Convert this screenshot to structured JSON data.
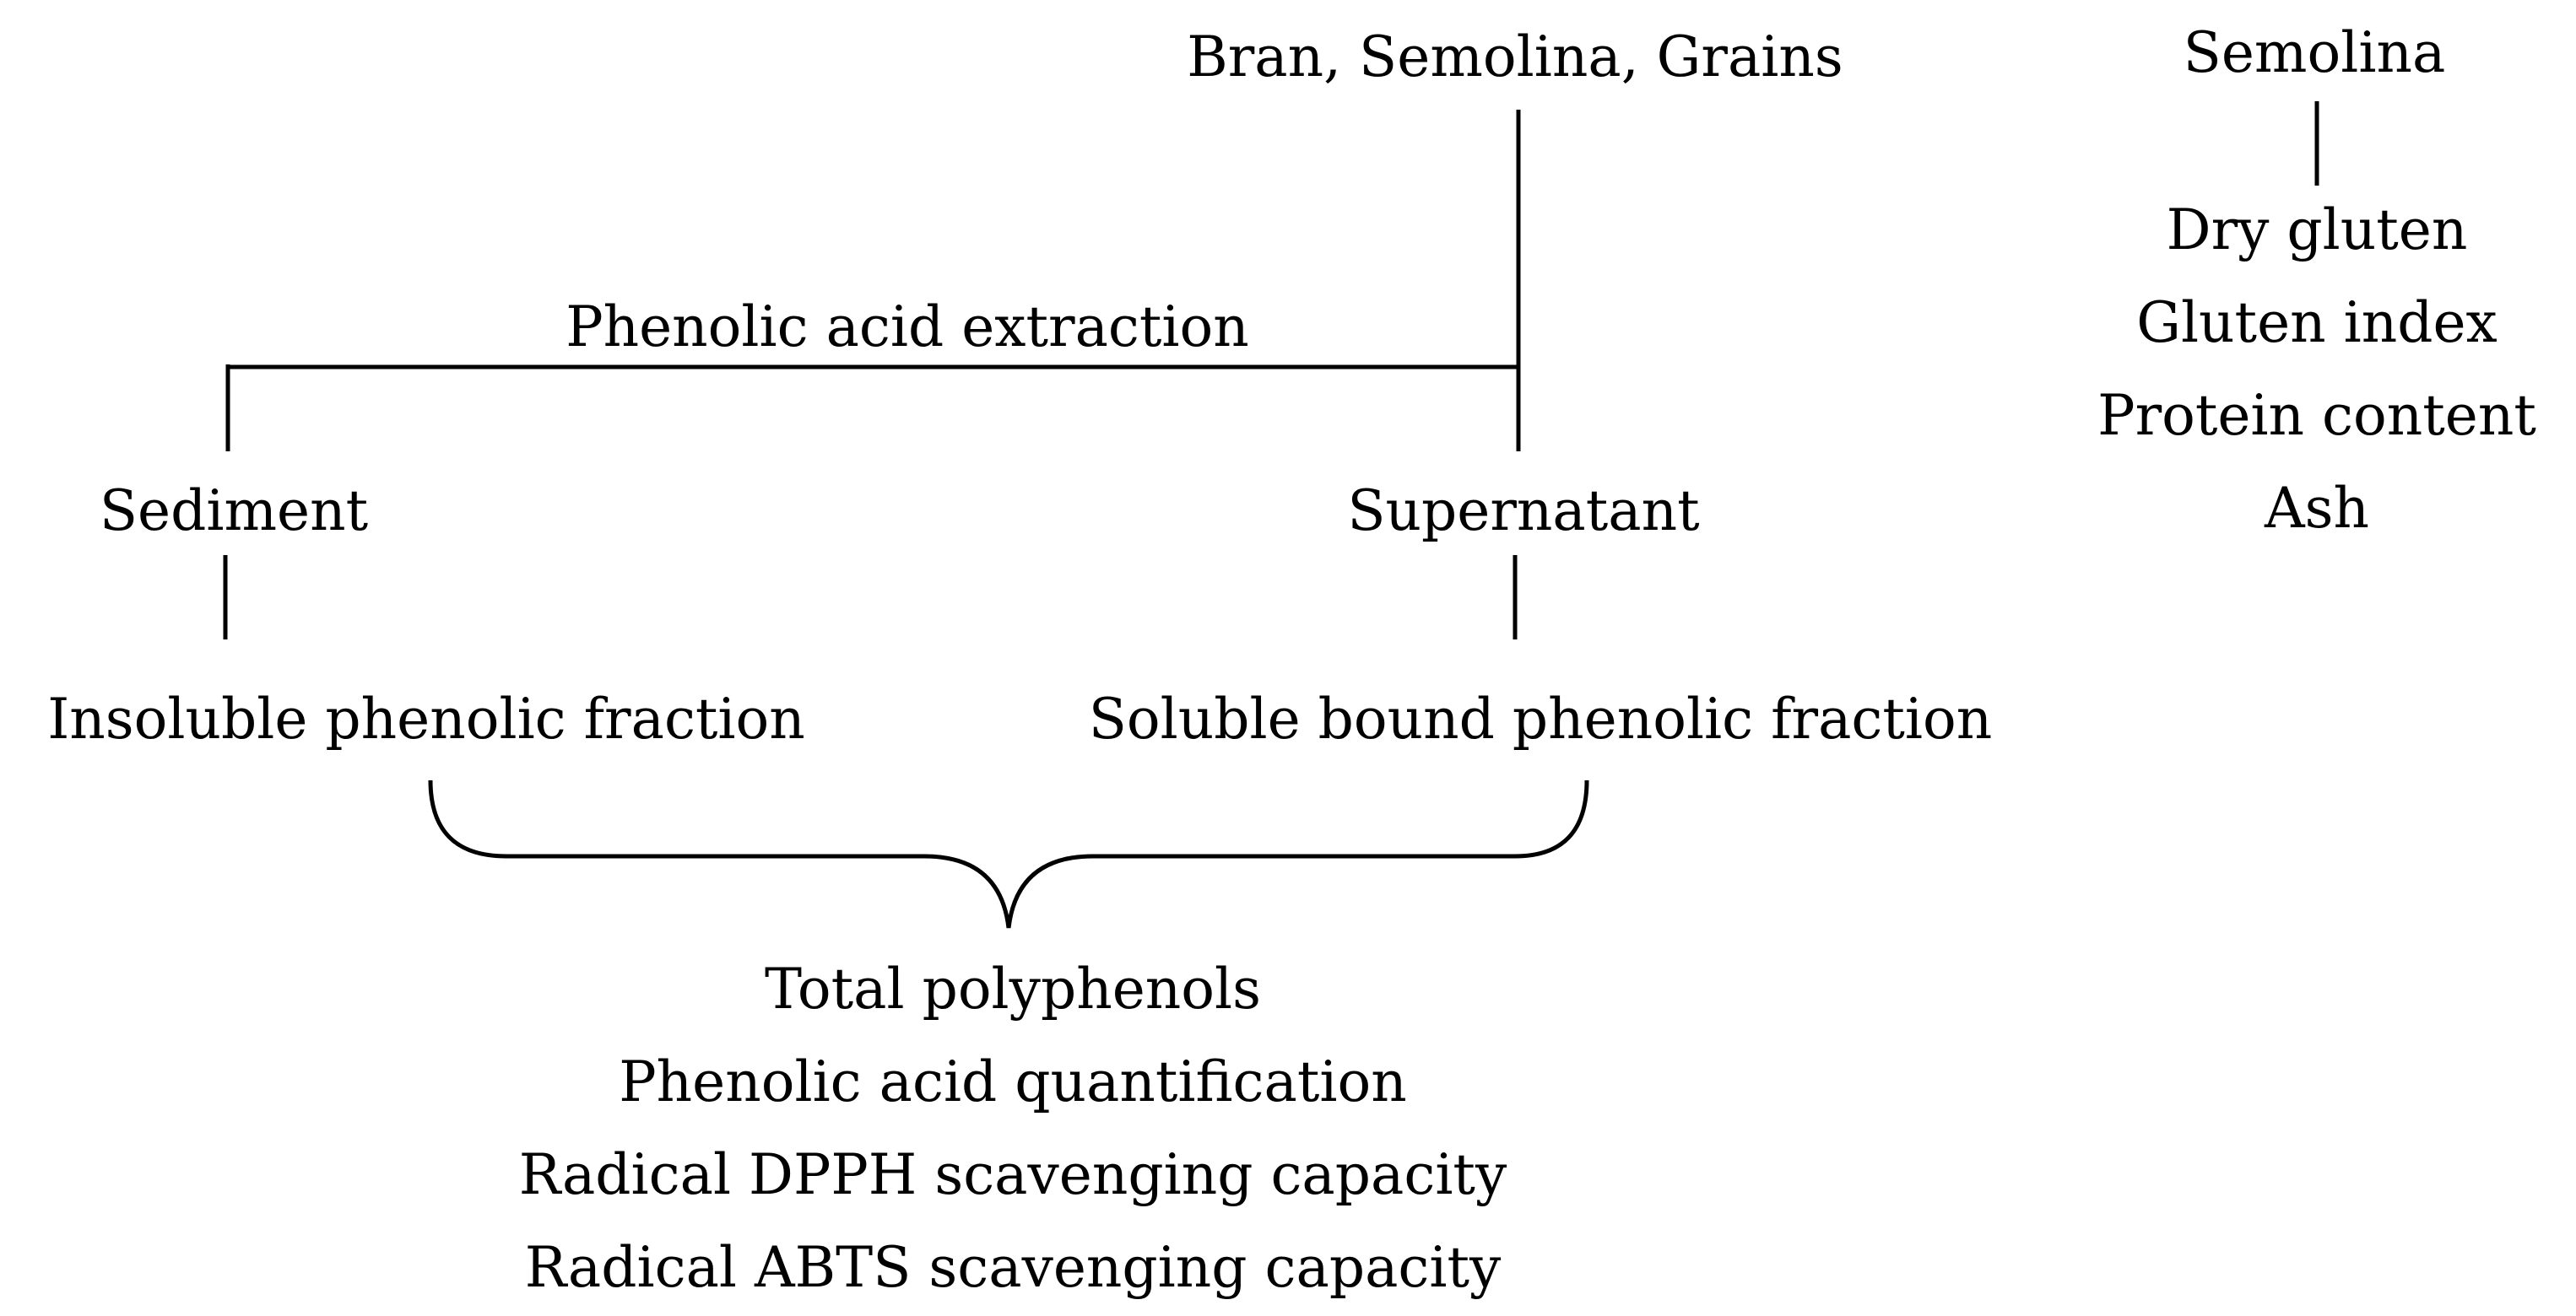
{
  "diagram": {
    "source": "Bran, Semolina, Grains",
    "process": "Phenolic acid extraction",
    "left_branch": {
      "phase": "Sediment",
      "fraction": "Insoluble phenolic fraction"
    },
    "right_branch": {
      "phase": "Supernatant",
      "fraction": "Soluble bound phenolic fraction"
    },
    "analyses": [
      "Total polyphenols",
      "Phenolic acid quantification",
      "Radical DPPH scavenging capacity",
      "Radical ABTS scavenging capacity"
    ],
    "semolina_column": {
      "title": "Semolina",
      "items": [
        "Dry gluten",
        "Gluten index",
        "Protein content",
        "Ash"
      ]
    }
  },
  "colors": {
    "text": "#000000",
    "line": "#000000",
    "background": "#ffffff"
  }
}
